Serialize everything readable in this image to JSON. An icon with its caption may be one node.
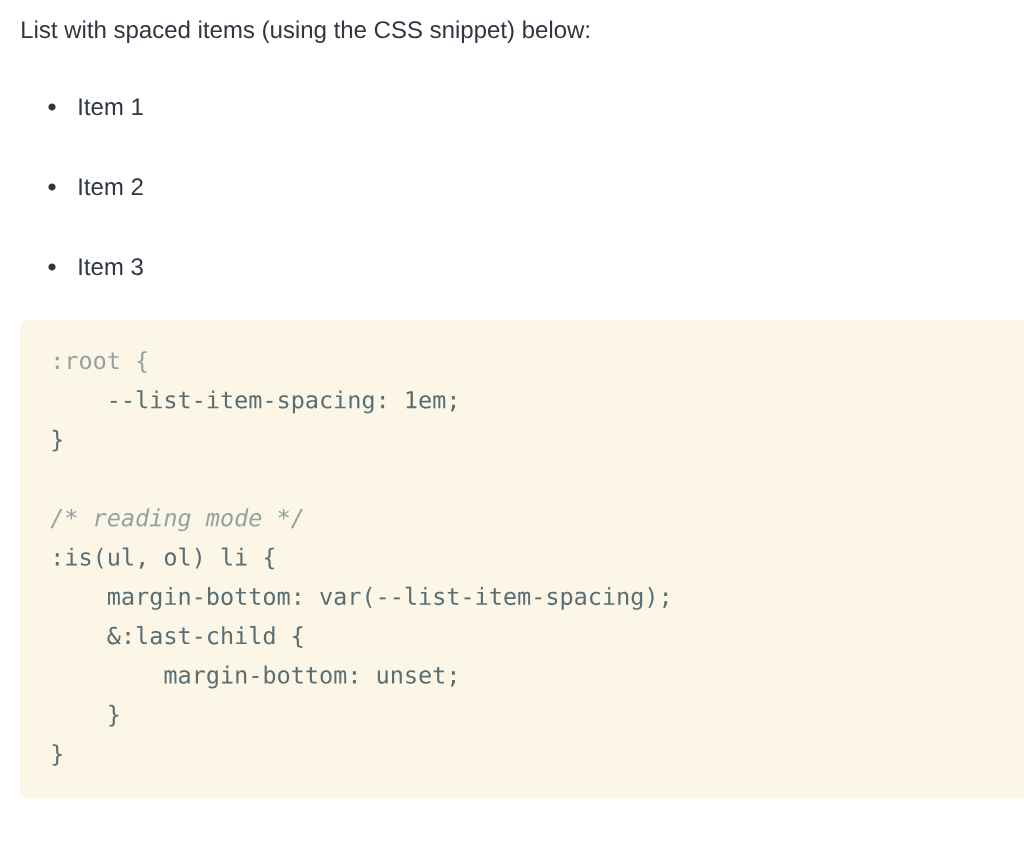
{
  "diagram": {
    "title": "List with spaced items (using the CSS snippet) below:",
    "nodes": [
      {
        "text": [
          ":root {",
          "--list-item-spacing: 1em;",
          "}",
          "/* reading mode */",
          ":is(ul, ol) li {",
          "margin-bottom: var(--list-item-spacing);",
          "&:last-child {",
          "margin-bottom: unset;",
          "}",
          "}"
        ]
      }
    ],
    "labels": [
      "Item 1",
      "Item 2",
      "Item 3"
    ]
  }
}
